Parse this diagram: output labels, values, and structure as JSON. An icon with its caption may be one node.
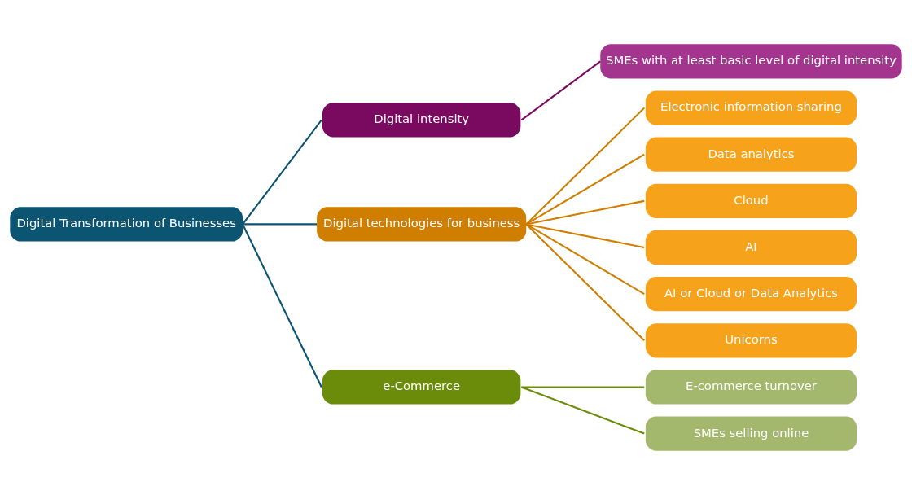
{
  "diagram": {
    "nodes": [
      {
        "text": [
          "Digital Transformation of Businesses"
        ]
      },
      {
        "text": [
          "Digital intensity"
        ]
      },
      {
        "text": [
          "SMEs with at least basic level of digital intensity"
        ]
      },
      {
        "text": [
          "Digital technologies for business"
        ]
      },
      {
        "text": [
          "Electronic information sharing"
        ]
      },
      {
        "text": [
          "Data analytics"
        ]
      },
      {
        "text": [
          "Cloud"
        ]
      },
      {
        "text": [
          "AI"
        ]
      },
      {
        "text": [
          "AI or Cloud or Data Analytics"
        ]
      },
      {
        "text": [
          "Unicorns"
        ]
      },
      {
        "text": [
          "e-Commerce"
        ]
      },
      {
        "text": [
          "E-commerce turnover"
        ]
      },
      {
        "text": [
          "SMEs selling online"
        ]
      }
    ],
    "edges": [
      {
        "from": 0,
        "to": 1,
        "arrow": "none",
        "color": "#0b5573"
      },
      {
        "from": 1,
        "to": 2,
        "arrow": "none",
        "color": "#7a0a5f"
      },
      {
        "from": 0,
        "to": 3,
        "arrow": "none",
        "color": "#0b5573"
      },
      {
        "from": 3,
        "to": 4,
        "arrow": "none"
      },
      {
        "from": 3,
        "to": 5,
        "arrow": "none"
      },
      {
        "from": 3,
        "to": 6,
        "arrow": "none"
      },
      {
        "from": 3,
        "to": 7,
        "arrow": "none"
      },
      {
        "from": 3,
        "to": 8,
        "arrow": "none"
      },
      {
        "from": 3,
        "to": 9,
        "arrow": "none"
      },
      {
        "from": 0,
        "to": 10,
        "arrow": "none",
        "color": "#0b5573"
      },
      {
        "from": 10,
        "to": 11,
        "arrow": "none",
        "color": "#6a8c0a"
      },
      {
        "from": 10,
        "to": 12,
        "arrow": "none",
        "color": "#6a8c0a"
      }
    ]
  }
}
